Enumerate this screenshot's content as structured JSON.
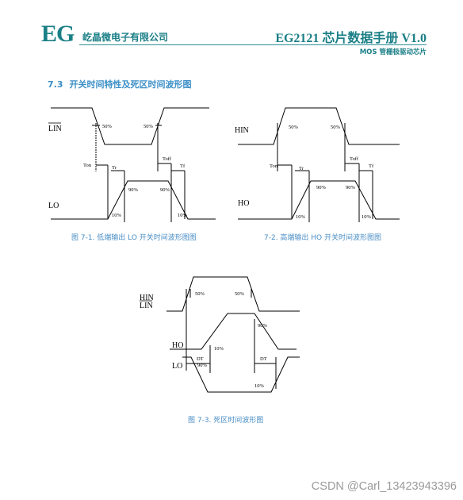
{
  "header": {
    "logo": "EG",
    "company": "屹晶微电子有限公司",
    "doc_title": "EG2121 芯片数据手册 V1.0",
    "subtitle": "MOS 管栅极驱动芯片"
  },
  "section": {
    "number": "7.3",
    "title": "开关时间特性及死区时间波形图"
  },
  "fig1": {
    "signal_in": "LIN",
    "signal_out": "LO",
    "p50a": "50%",
    "p50b": "50%",
    "ton": "Ton",
    "toff": "Toff",
    "tr": "Tr",
    "tf": "Tf",
    "p90a": "90%",
    "p90b": "90%",
    "p10a": "10%",
    "p10b": "10%",
    "caption": "图 7-1. 低端输出 LO 开关时间波形图图"
  },
  "fig2": {
    "signal_in": "HIN",
    "signal_out": "HO",
    "p50a": "50%",
    "p50b": "50%",
    "ton": "Ton",
    "toff": "Toff",
    "tr": "Tr",
    "tf": "Tf",
    "p90a": "90%",
    "p90b": "90%",
    "p10a": "10%",
    "p10b": "10%",
    "caption": "7-2. 高端输出 HO 开关时间波形图图"
  },
  "fig3": {
    "hin": "HIN",
    "lin": "LIN",
    "ho": "HO",
    "lo": "LO",
    "p50a": "50%",
    "p50b": "50%",
    "p10a": "10%",
    "p90a": "90%",
    "dt1": "DT",
    "dt2": "DT",
    "p90b": "90%",
    "p10b": "10%",
    "caption": "图 7-3. 死区时间波形图"
  },
  "watermark": "CSDN @Carl_13423943396"
}
